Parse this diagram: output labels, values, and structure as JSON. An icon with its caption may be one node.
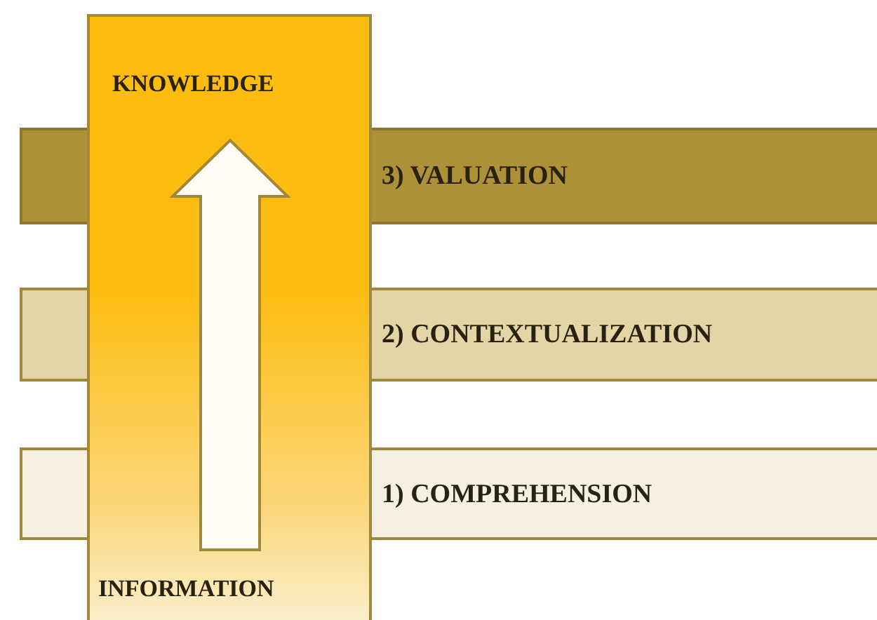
{
  "diagram": {
    "nodes": [
      {
        "text": [],
        "shape": "box"
      },
      {
        "text": [
          "KNOWLEDGE"
        ],
        "in": 0
      },
      {
        "text": [
          "INFORMATION"
        ],
        "in": 0
      },
      {
        "text": [
          "3) VALUATION"
        ]
      },
      {
        "text": [
          "2) CONTEXTUALIZATION"
        ]
      },
      {
        "text": [
          "1) COMPREHENSION"
        ]
      }
    ],
    "edges": [
      {
        "from": 2,
        "to": 1,
        "arrow": "to",
        "style": "thick"
      }
    ]
  }
}
